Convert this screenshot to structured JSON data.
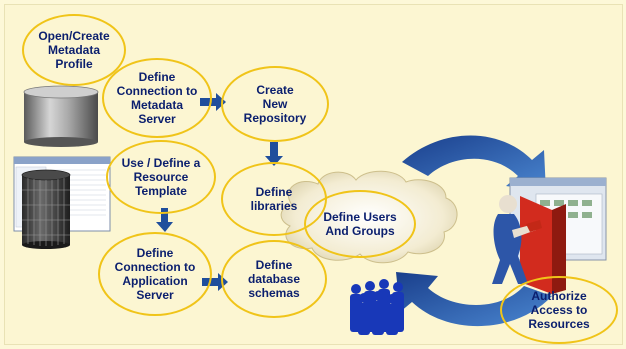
{
  "nodes": {
    "open_create_profile": "Open/Create\nMetadata\nProfile",
    "define_connection_metadata": "Define\nConnection to\nMetadata\nServer",
    "create_repository": "Create\nNew\nRepository",
    "use_define_template": "Use / Define a\nResource\nTemplate",
    "define_libraries": "Define\nlibraries",
    "define_users_groups": "Define Users\nAnd Groups",
    "define_connection_app": "Define\nConnection to\nApplication\nServer",
    "define_database_schemas": "Define\ndatabase\nschemas",
    "authorize_access": "Authorize\nAccess to\nResources"
  },
  "icons": [
    "database-server-icon",
    "server-tower-icon",
    "software-window-icon",
    "cloud-icon",
    "person-at-door-icon",
    "user-group-icon",
    "circular-arrows-icon"
  ],
  "colors": {
    "background": "#fcf6d2",
    "node_border": "#f0c419",
    "node_text": "#0b1f6e",
    "arrow": "#1f4e9c",
    "people": "#1838b8"
  }
}
